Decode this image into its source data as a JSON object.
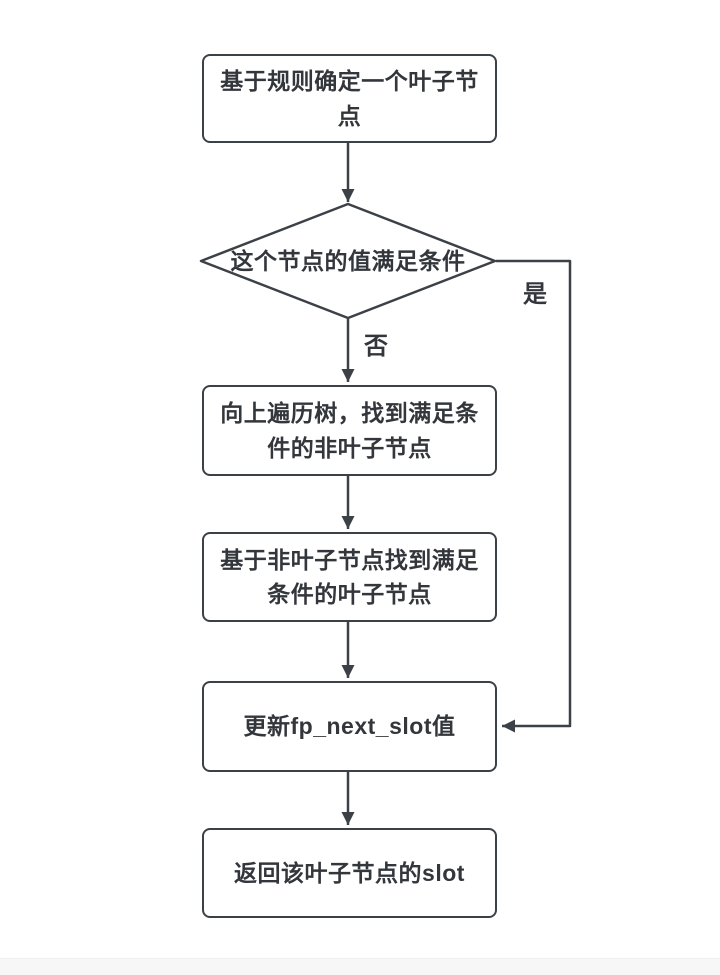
{
  "flowchart": {
    "nodes": [
      {
        "id": "start",
        "type": "process",
        "label": "基于规则确定一个叶子节点"
      },
      {
        "id": "decision",
        "type": "decision",
        "label": "这个节点的值满足条件"
      },
      {
        "id": "traverse-up",
        "type": "process",
        "label": "向上遍历树，找到满足条件的非叶子节点"
      },
      {
        "id": "find-leaf",
        "type": "process",
        "label": "基于非叶子节点找到满足条件的叶子节点"
      },
      {
        "id": "update-slot",
        "type": "process",
        "label": "更新fp_next_slot值"
      },
      {
        "id": "return-slot",
        "type": "process",
        "label": "返回该叶子节点的slot"
      }
    ],
    "edges": [
      {
        "from": "start",
        "to": "decision",
        "label": ""
      },
      {
        "from": "decision",
        "to": "update-slot",
        "label": "是"
      },
      {
        "from": "decision",
        "to": "traverse-up",
        "label": "否"
      },
      {
        "from": "traverse-up",
        "to": "find-leaf",
        "label": ""
      },
      {
        "from": "find-leaf",
        "to": "update-slot",
        "label": ""
      },
      {
        "from": "update-slot",
        "to": "return-slot",
        "label": ""
      }
    ],
    "colors": {
      "stroke": "#3c4148",
      "node_fill": "#ffffff",
      "text": "#33373c",
      "canvas": "#ffffff",
      "bottom_band": "#f7f7f8"
    }
  }
}
